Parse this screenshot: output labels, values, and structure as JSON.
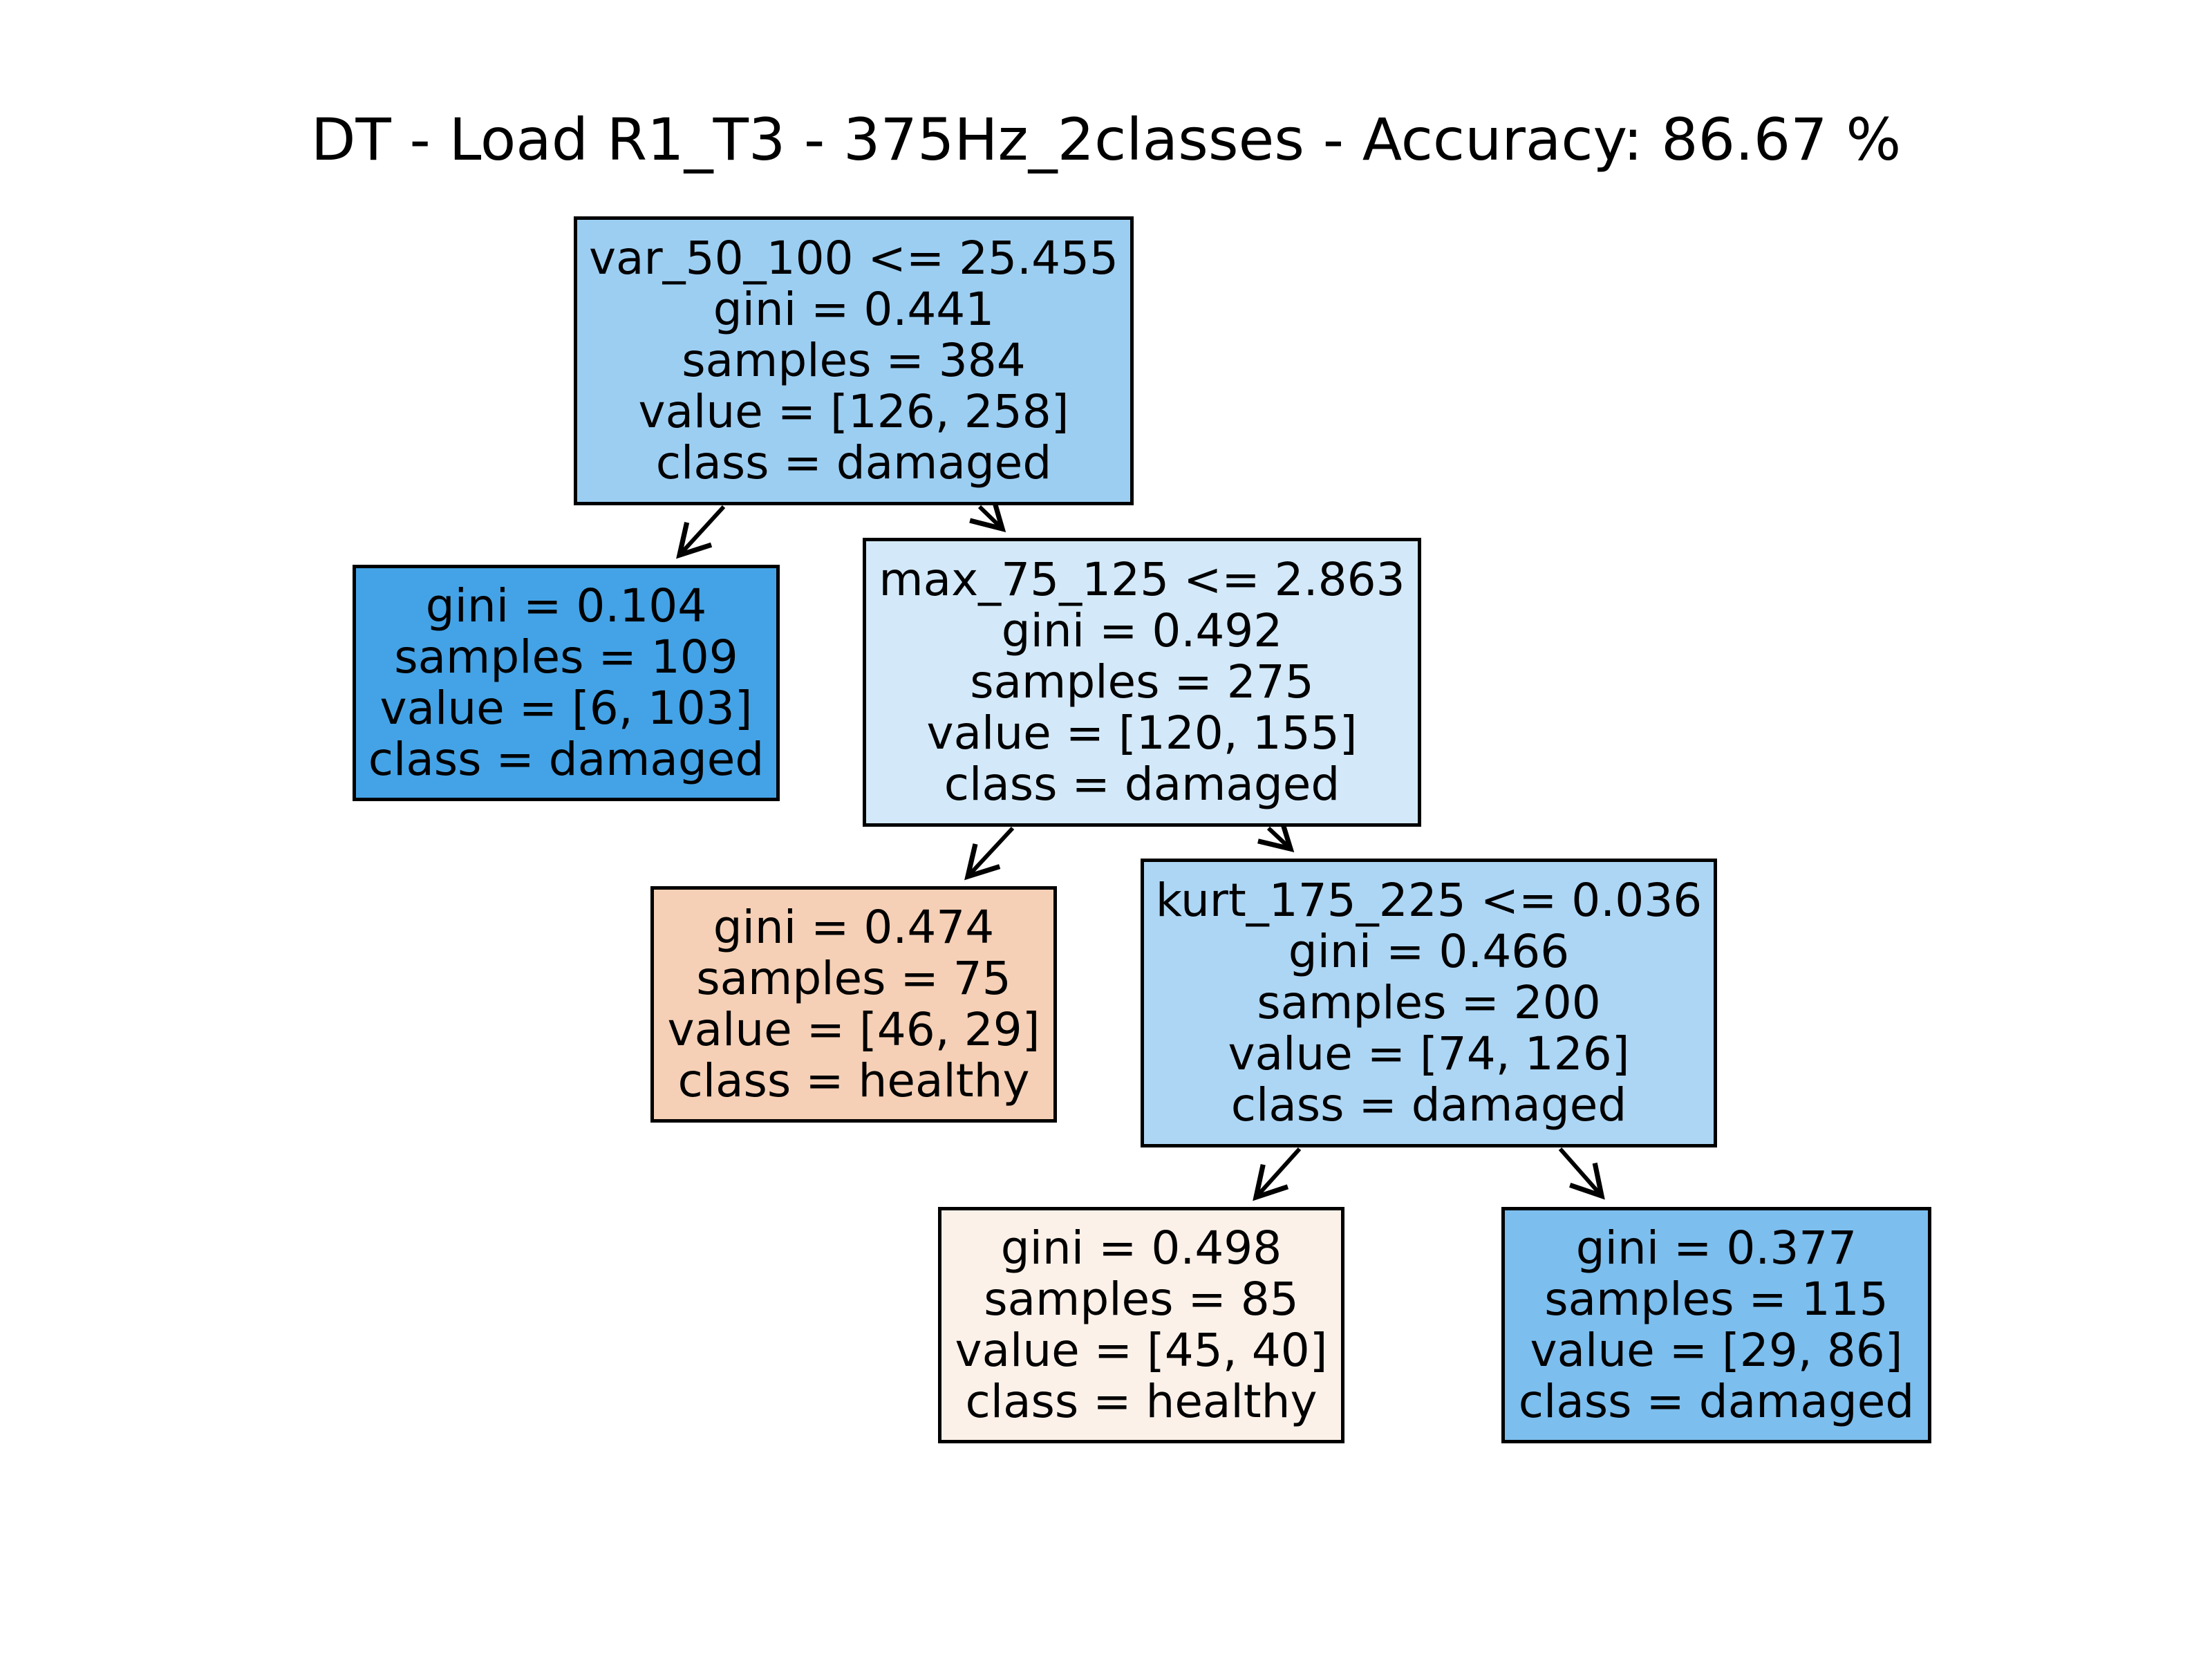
{
  "title": "DT - Load R1_T3 - 375Hz_2classes - Accuracy: 86.67 %",
  "nodes": {
    "root": {
      "condition": "var_50_100 <= 25.455",
      "gini": "gini = 0.441",
      "samples": "samples = 384",
      "value": "value = [126, 258]",
      "class": "class = damaged",
      "color": "#9ccef2"
    },
    "leaf1": {
      "gini": "gini = 0.104",
      "samples": "samples = 109",
      "value": "value = [6, 103]",
      "class": "class = damaged",
      "color": "#44a3e6"
    },
    "split2": {
      "condition": "max_75_125 <= 2.863",
      "gini": "gini = 0.492",
      "samples": "samples = 275",
      "value": "value = [120, 155]",
      "class": "class = damaged",
      "color": "#d3e9f9"
    },
    "leaf3": {
      "gini": "gini = 0.474",
      "samples": "samples = 75",
      "value": "value = [46, 29]",
      "class": "class = healthy",
      "color": "#f5d0b6"
    },
    "split4": {
      "condition": "kurt_175_225 <= 0.036",
      "gini": "gini = 0.466",
      "samples": "samples = 200",
      "value": "value = [74, 126]",
      "class": "class = damaged",
      "color": "#add6f4"
    },
    "leaf5": {
      "gini": "gini = 0.498",
      "samples": "samples = 85",
      "value": "value = [45, 40]",
      "class": "class = healthy",
      "color": "#fcf1e9"
    },
    "leaf6": {
      "gini": "gini = 0.377",
      "samples": "samples = 115",
      "value": "value = [29, 86]",
      "class": "class = damaged",
      "color": "#7cbeee"
    }
  }
}
